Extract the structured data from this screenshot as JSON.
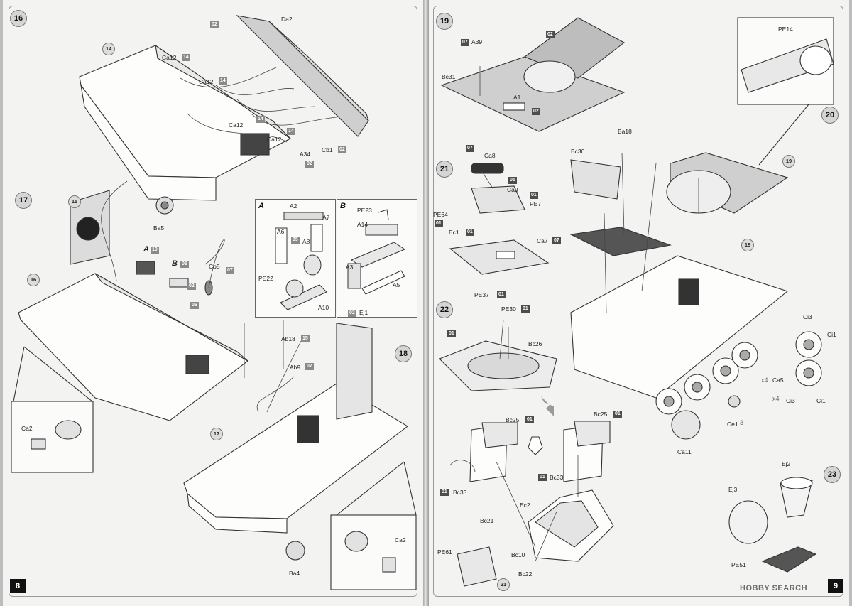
{
  "left": {
    "page_number": "8",
    "steps": {
      "s16": {
        "num": "16",
        "parts": {
          "n14": "14",
          "Da2": "Da2",
          "Ca12a": "Ca12",
          "Ca12b": "Ca12",
          "Ca12c": "Ca12",
          "Ca12d": "Ca12",
          "Cb1": "Cb1",
          "A34": "A34",
          "Ba5": "Ba5"
        },
        "tags": {
          "t02a": "02",
          "t14a": "14",
          "t14b": "14",
          "t14c": "14",
          "t14d": "14",
          "t02b": "02",
          "t02c": "02"
        }
      },
      "s17": {
        "num": "17",
        "parts": {
          "n15": "15",
          "n16": "16",
          "A": "A",
          "B": "B",
          "Cb5": "Cb5",
          "Ca2": "Ca2"
        },
        "tags": {
          "t19": "19",
          "t05": "05",
          "t07": "07",
          "t02": "02",
          "t06": "06"
        }
      },
      "subA": {
        "title": "A",
        "parts": {
          "A2": "A2",
          "A6": "A6",
          "A7": "A7",
          "A8": "A8",
          "PE22": "PE22",
          "A10": "A10"
        },
        "tags": {
          "t05": "05"
        }
      },
      "subB": {
        "title": "B",
        "parts": {
          "PE23": "PE23",
          "A14": "A14",
          "A3": "A3",
          "A5": "A5"
        }
      },
      "s18": {
        "num": "18",
        "parts": {
          "Ej1": "Ej1",
          "Ab18": "Ab18",
          "Ab9": "Ab9",
          "n17": "17",
          "Ba4": "Ba4",
          "Ca2": "Ca2"
        },
        "tags": {
          "t02": "02",
          "t15": "15",
          "t07": "07"
        }
      }
    }
  },
  "right": {
    "page_number": "9",
    "watermark": "HOBBY SEARCH",
    "steps": {
      "s19": {
        "num": "19",
        "parts": {
          "A39": "A39",
          "Bc31": "Bc31",
          "A1": "A1"
        },
        "tags": {
          "t07": "07",
          "t02a": "02",
          "t02b": "02"
        }
      },
      "s20": {
        "num": "20",
        "parts": {
          "PE14": "PE14",
          "Ba18": "Ba18",
          "Bc30": "Bc30",
          "n19": "19",
          "n18": "18",
          "Ci3a": "Ci3",
          "Ci1a": "Ci1",
          "Ca5": "Ca5",
          "Ci3b": "Ci3",
          "Ci1b": "Ci1",
          "Ce1": "Ce1",
          "Ca11": "Ca11"
        },
        "mult": {
          "x4a": "x4",
          "x4b": "x4",
          "x3": "3"
        }
      },
      "s21": {
        "num": "21",
        "parts": {
          "Ca8": "Ca8",
          "Ca9": "Ca9",
          "PE7": "PE7",
          "PE64": "PE64",
          "Ec1": "Ec1",
          "Ca7": "Ca7"
        },
        "tags": {
          "t07a": "07",
          "t01a": "01",
          "t01b": "01",
          "t01c": "01",
          "t01d": "01",
          "t07b": "07"
        }
      },
      "s22": {
        "num": "22",
        "parts": {
          "PE37": "PE37",
          "PE30": "PE30",
          "Bc26": "Bc26",
          "Bc25a": "Bc25",
          "Bc25b": "Bc25",
          "Bc33a": "Bc33",
          "Bc33b": "Bc33",
          "Ec2": "Ec2",
          "Bc21": "Bc21",
          "Bc10": "Bc10",
          "Bc22": "Bc22",
          "PE61": "PE61",
          "n21": "21"
        },
        "tags": {
          "t01a": "01",
          "t01b": "01",
          "t01c": "01",
          "t01d": "01",
          "t01e": "01",
          "t01f": "01",
          "t01g": "01"
        }
      },
      "s23": {
        "num": "23",
        "parts": {
          "Ej2": "Ej2",
          "Ej3": "Ej3",
          "PE51": "PE51"
        }
      }
    }
  }
}
